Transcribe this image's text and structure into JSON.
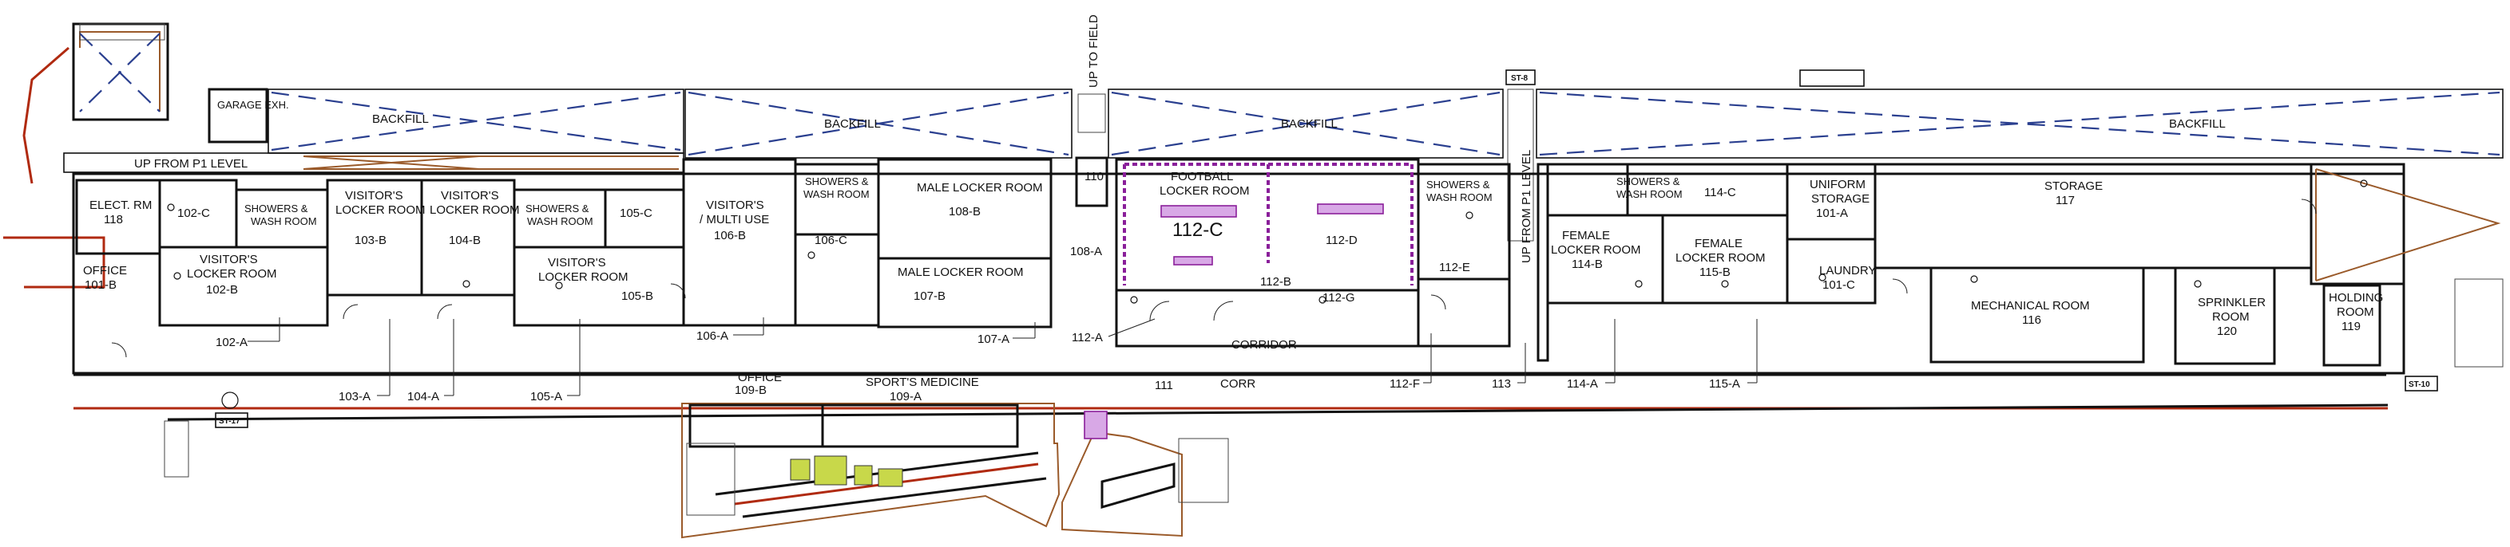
{
  "rooms": {
    "garage": "GARAGE\nEXH.",
    "backfill_1": "BACKFILL",
    "backfill_2": "BACKFILL",
    "backfill_3": "BACKFILL",
    "backfill_4": "BACKFILL",
    "up_from_p1_level_h": "UP FROM P1 LEVEL",
    "up_to_field": "UP TO FIELD",
    "up_from_p1_level_v": "UP FROM P1 LEVEL",
    "elect_rm": "ELECT. RM\n118",
    "r102c": "102-C",
    "showers_1": "SHOWERS &\nWASH ROOM",
    "visitors_103b": "VISITOR'S\nLOCKER ROOM\n103-B",
    "visitors_104b": "VISITOR'S\nLOCKER ROOM\n104-B",
    "showers_2": "SHOWERS &\nWASH ROOM",
    "r105c": "105-C",
    "visitors_multi": "VISITOR'S\n/ MULTI USE\n106-B",
    "showers_3": "SHOWERS &\nWASH ROOM",
    "male_108b": "MALE LOCKER ROOM\n108-B",
    "r110": "110",
    "football": "FOOTBALL\nLOCKER ROOM",
    "r112c": "112-C",
    "r112d": "112-D",
    "showers_4": "SHOWERS &\nWASH ROOM",
    "showers_5": "SHOWERS &\nWASH ROOM",
    "r114c": "114-C",
    "uniform": "UNIFORM\nSTORAGE\n101-A",
    "storage": "STORAGE\n117",
    "office_101b": "OFFICE\n101-B",
    "visitors_102b": "VISITOR'S\nLOCKER ROOM\n102-B",
    "visitors_105b": "VISITOR'S\nLOCKER ROOM",
    "r105b": "105-B",
    "r106c": "106-C",
    "male_107b": "MALE  LOCKER ROOM\n107-B",
    "r108a": "108-A",
    "r112b": "112-B",
    "r112g": "112-G",
    "r112e": "112-E",
    "female_114b": "FEMALE\nLOCKER ROOM\n114-B",
    "female_115b": "FEMALE\nLOCKER ROOM\n115-B",
    "laundry": "LAUNDRY\n101-C",
    "mechanical": "MECHANICAL ROOM\n116",
    "sprinkler": "SPRINKLER\nROOM\n120",
    "holding": "HOLDING\nROOM\n119",
    "corridor": "CORRIDOR",
    "office_109b": "OFFICE\n109-B",
    "sports_med": "SPORT'S MEDICINE\n109-A",
    "r111": "111",
    "corr": "CORR"
  },
  "callouts": {
    "c102a": "102-A",
    "c103a": "103-A",
    "c104a": "104-A",
    "c105a": "105-A",
    "c106a": "106-A",
    "c107a": "107-A",
    "c112a": "112-A",
    "c112f": "112-F",
    "c113": "113",
    "c114a": "114-A",
    "c115a": "115-A"
  },
  "tags": {
    "st8": "ST-8",
    "st17": "ST-17",
    "st10": "ST-10"
  },
  "colors": {
    "walls": "#111111",
    "backfill_dash": "#2a3f8f",
    "exterior_brown": "#9a5a2a",
    "red_wall": "#b02a10",
    "locker_purple": "#8a1f9a",
    "equipment_green": "#c8d84a"
  }
}
